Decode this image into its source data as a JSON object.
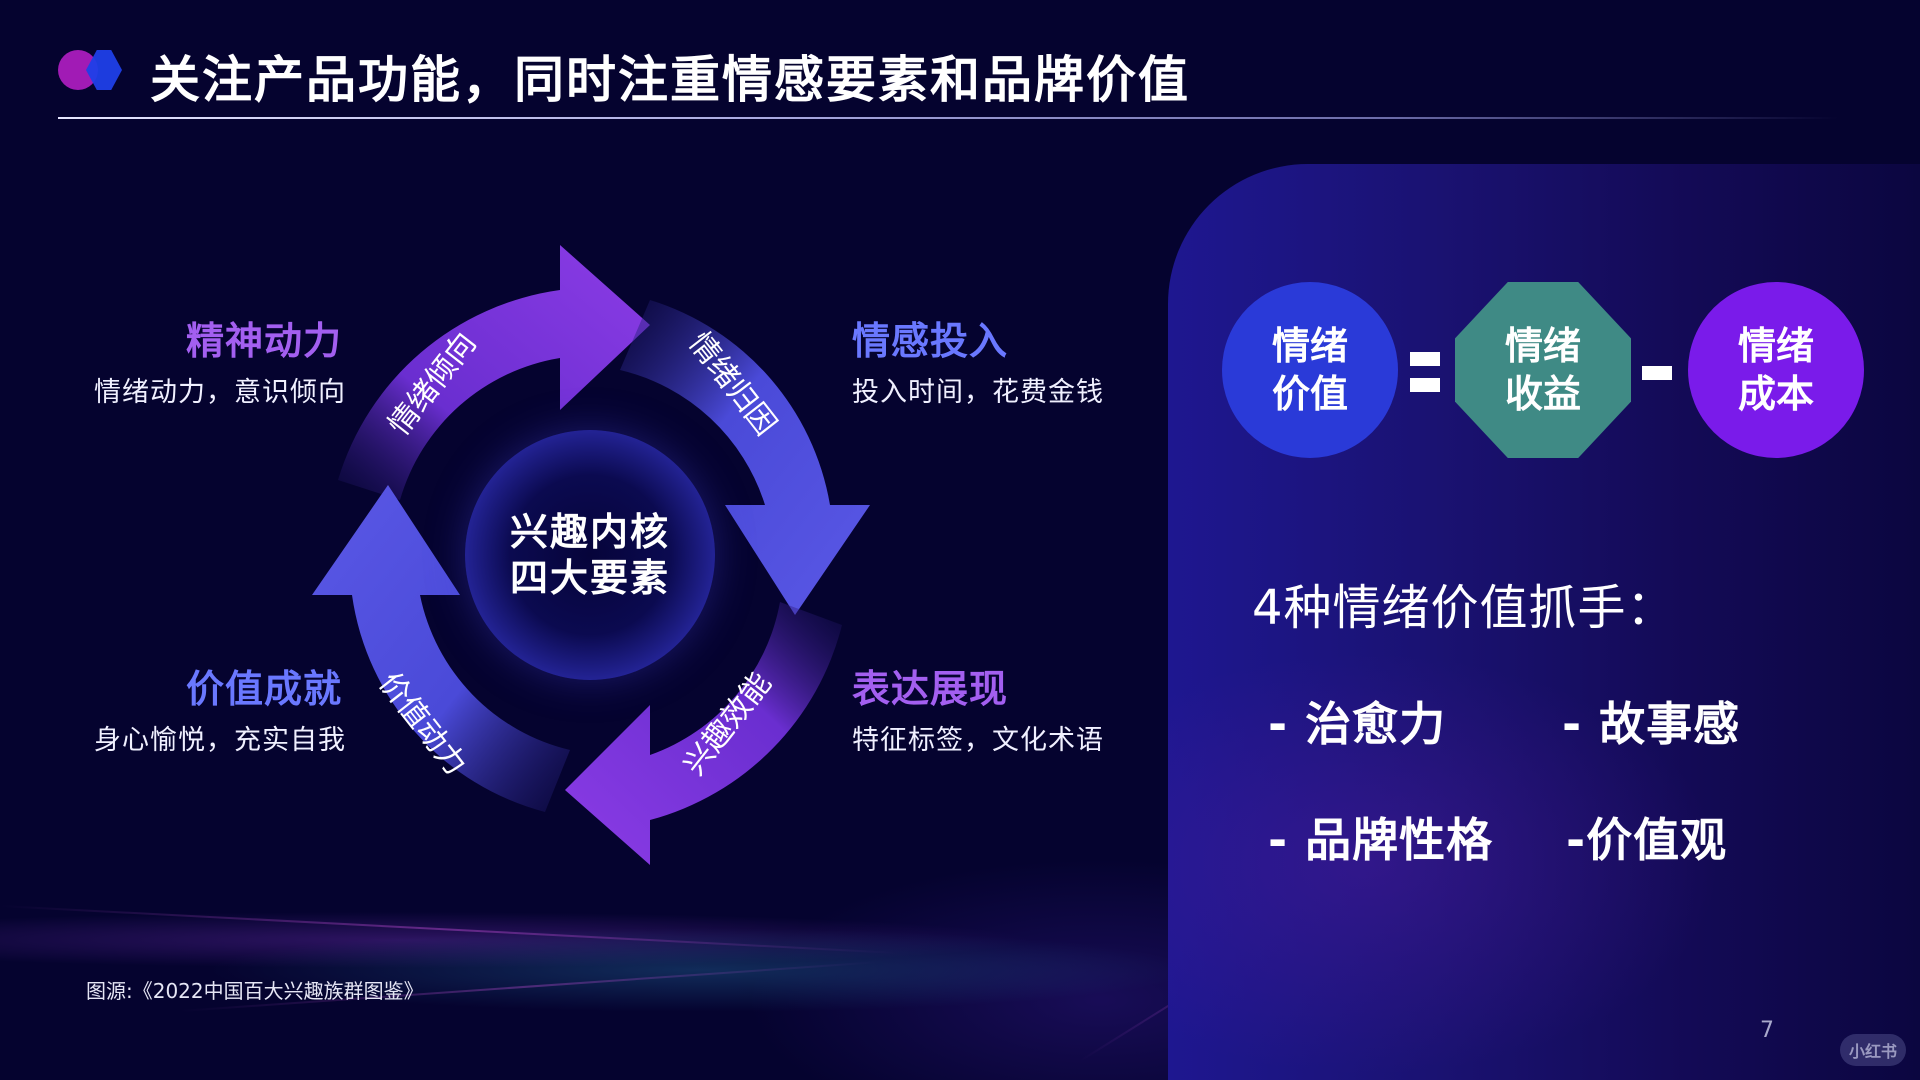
{
  "header": {
    "title": "关注产品功能，同时注重情感要素和品牌价值"
  },
  "colors": {
    "background": "#05032f",
    "purple_accent": "#a35ff0",
    "blue_accent": "#6a78ff",
    "arrow_purple": "#8a3be0",
    "arrow_blue": "#4c4cd6",
    "value_circle": "#2a3ad8",
    "gain_octagon": "#3f8a85",
    "cost_circle": "#7a1bea"
  },
  "cycle": {
    "center": {
      "line1": "兴趣内核",
      "line2": "四大要素"
    },
    "arcs": [
      {
        "label": "情绪倾向",
        "position": "top-left"
      },
      {
        "label": "情绪归因",
        "position": "top-right"
      },
      {
        "label": "兴趣效能",
        "position": "bottom-right"
      },
      {
        "label": "价值动力",
        "position": "bottom-left"
      }
    ],
    "quadrants": [
      {
        "title": "精神动力",
        "desc": "情绪动力，意识倾向",
        "position": "top-left",
        "color": "#a35ff0"
      },
      {
        "title": "情感投入",
        "desc": "投入时间，花费金钱",
        "position": "top-right",
        "color": "#6a78ff"
      },
      {
        "title": "价值成就",
        "desc": "身心愉悦，充实自我",
        "position": "bottom-left",
        "color": "#6a78ff"
      },
      {
        "title": "表达展现",
        "desc": "特征标签，文化术语",
        "position": "bottom-right",
        "color": "#a35ff0"
      }
    ]
  },
  "source": "图源:《2022中国百大兴趣族群图鉴》",
  "formula": {
    "value": {
      "line1": "情绪",
      "line2": "价值"
    },
    "equals": "=",
    "gain": {
      "line1": "情绪",
      "line2": "收益"
    },
    "minus": "-",
    "cost": {
      "line1": "情绪",
      "line2": "成本"
    }
  },
  "handles": {
    "title": "4种情绪价值抓手：",
    "items": [
      "- 治愈力",
      "- 故事感",
      "- 品牌性格",
      "-价值观"
    ]
  },
  "footer": {
    "page_number": "7",
    "watermark": "小红书"
  }
}
